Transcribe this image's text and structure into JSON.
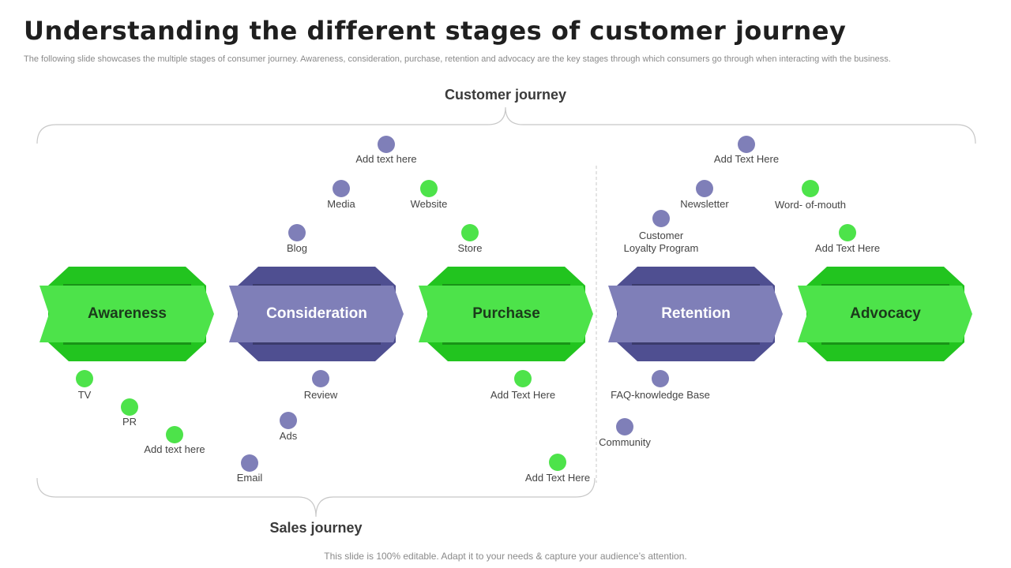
{
  "title": "Understanding the different stages of customer journey",
  "subtitle": "The following slide showcases the multiple stages of consumer journey. Awareness, consideration, purchase, retention and advocacy are the key stages through which consumers go through when interacting with the business.",
  "customer_journey_label": "Customer journey",
  "sales_journey_label": "Sales journey",
  "footer": "This slide is 100% editable. Adapt it to your needs & capture your audience’s attention.",
  "colors": {
    "green": "#4de34a",
    "green_dark": "#22c41f",
    "green_text": "#1b3a1b",
    "purple": "#7f7fb8",
    "purple_dark": "#4f4f91",
    "purple_text": "#ffffff"
  },
  "stages": [
    {
      "label": "Awareness",
      "color": "green"
    },
    {
      "label": "Consideration",
      "color": "purple"
    },
    {
      "label": "Purchase",
      "color": "green"
    },
    {
      "label": "Retention",
      "color": "purple"
    },
    {
      "label": "Advocacy",
      "color": "green"
    }
  ],
  "touchpoints": {
    "tv": "TV",
    "pr": "PR",
    "awareness_add": "Add text here",
    "email": "Email",
    "ads": "Ads",
    "review": "Review",
    "blog": "Blog",
    "media": "Media",
    "consideration_add": "Add text here",
    "website": "Website",
    "store": "Store",
    "purchase_add_1": "Add Text Here",
    "purchase_add_2": "Add Text Here",
    "loyalty_line1": "Customer",
    "loyalty_line2": "Loyalty Program",
    "newsletter": "Newsletter",
    "retention_add": "Add Text Here",
    "word_of_mouth": "Word- of-mouth",
    "advocacy_add": "Add Text Here",
    "faq": "FAQ-knowledge  Base",
    "community": "Community"
  }
}
